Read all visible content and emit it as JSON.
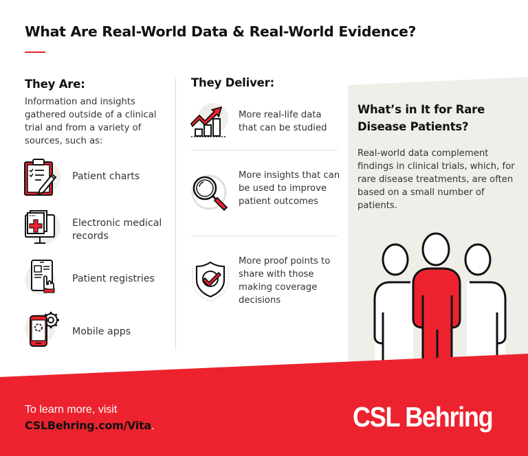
{
  "header": {
    "title": "What Are Real-World Data & Real-World Evidence?"
  },
  "they_are": {
    "heading": "They Are:",
    "description": "Information and insights gathered outside of a clinical trial and from a variety of sources, such as:",
    "sources": [
      {
        "icon": "clipboard-icon",
        "label": "Patient charts"
      },
      {
        "icon": "medical-records-monitor-icon",
        "label": "Electronic medical records"
      },
      {
        "icon": "tablet-registry-icon",
        "label": "Patient registries"
      },
      {
        "icon": "mobile-app-gear-icon",
        "label": "Mobile apps"
      }
    ]
  },
  "they_deliver": {
    "heading": "They Deliver:",
    "items": [
      {
        "icon": "growth-chart-icon",
        "label": "More real-life data that can be studied"
      },
      {
        "icon": "magnifying-glass-icon",
        "label": "More insights that can be used to improve patient outcomes"
      },
      {
        "icon": "shield-check-icon",
        "label": "More proof points to share with those making coverage decisions"
      }
    ]
  },
  "rare_disease_panel": {
    "heading": "What’s in It for Rare Disease Patients?",
    "description": "Real-world data complement findings in clinical trials, which, for rare disease treatments, are often based on a small number of patients.",
    "illustration": "group-of-people-icon"
  },
  "footer": {
    "cta_text": "To learn more, visit",
    "cta_link": "CSLBehring.com/Vita",
    "cta_punct": ".",
    "logo_text": "CSL Behring"
  },
  "colors": {
    "accent_red": "#ec232e",
    "panel_gray": "#efeee9",
    "text_dark": "#111111"
  }
}
